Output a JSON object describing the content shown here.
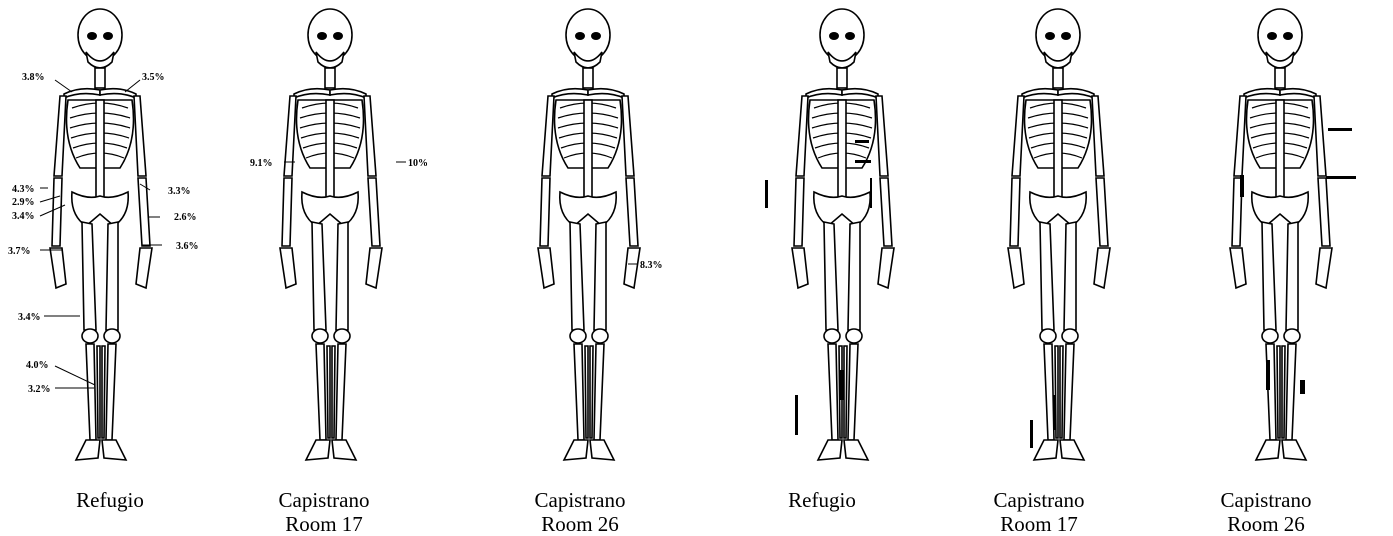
{
  "panels": [
    {
      "caption_line1": "Refugio",
      "caption_line2": "",
      "labels": [
        "3.8%",
        "3.5%",
        "4.3%",
        "2.9%",
        "3.4%",
        "3.3%",
        "2.6%",
        "3.7%",
        "3.6%",
        "3.4%",
        "4.0%",
        "3.2%"
      ]
    },
    {
      "caption_line1": "Capistrano",
      "caption_line2": "Room 17",
      "labels": [
        "9.1%",
        "10%"
      ]
    },
    {
      "caption_line1": "Capistrano",
      "caption_line2": "Room 26",
      "labels": [
        "8.3%"
      ]
    },
    {
      "caption_line1": "Refugio",
      "caption_line2": ""
    },
    {
      "caption_line1": "Capistrano",
      "caption_line2": "Room 17"
    },
    {
      "caption_line1": "Capistrano",
      "caption_line2": "Room 26"
    }
  ],
  "colors": {
    "ink": "#000000",
    "paper": "#ffffff"
  }
}
